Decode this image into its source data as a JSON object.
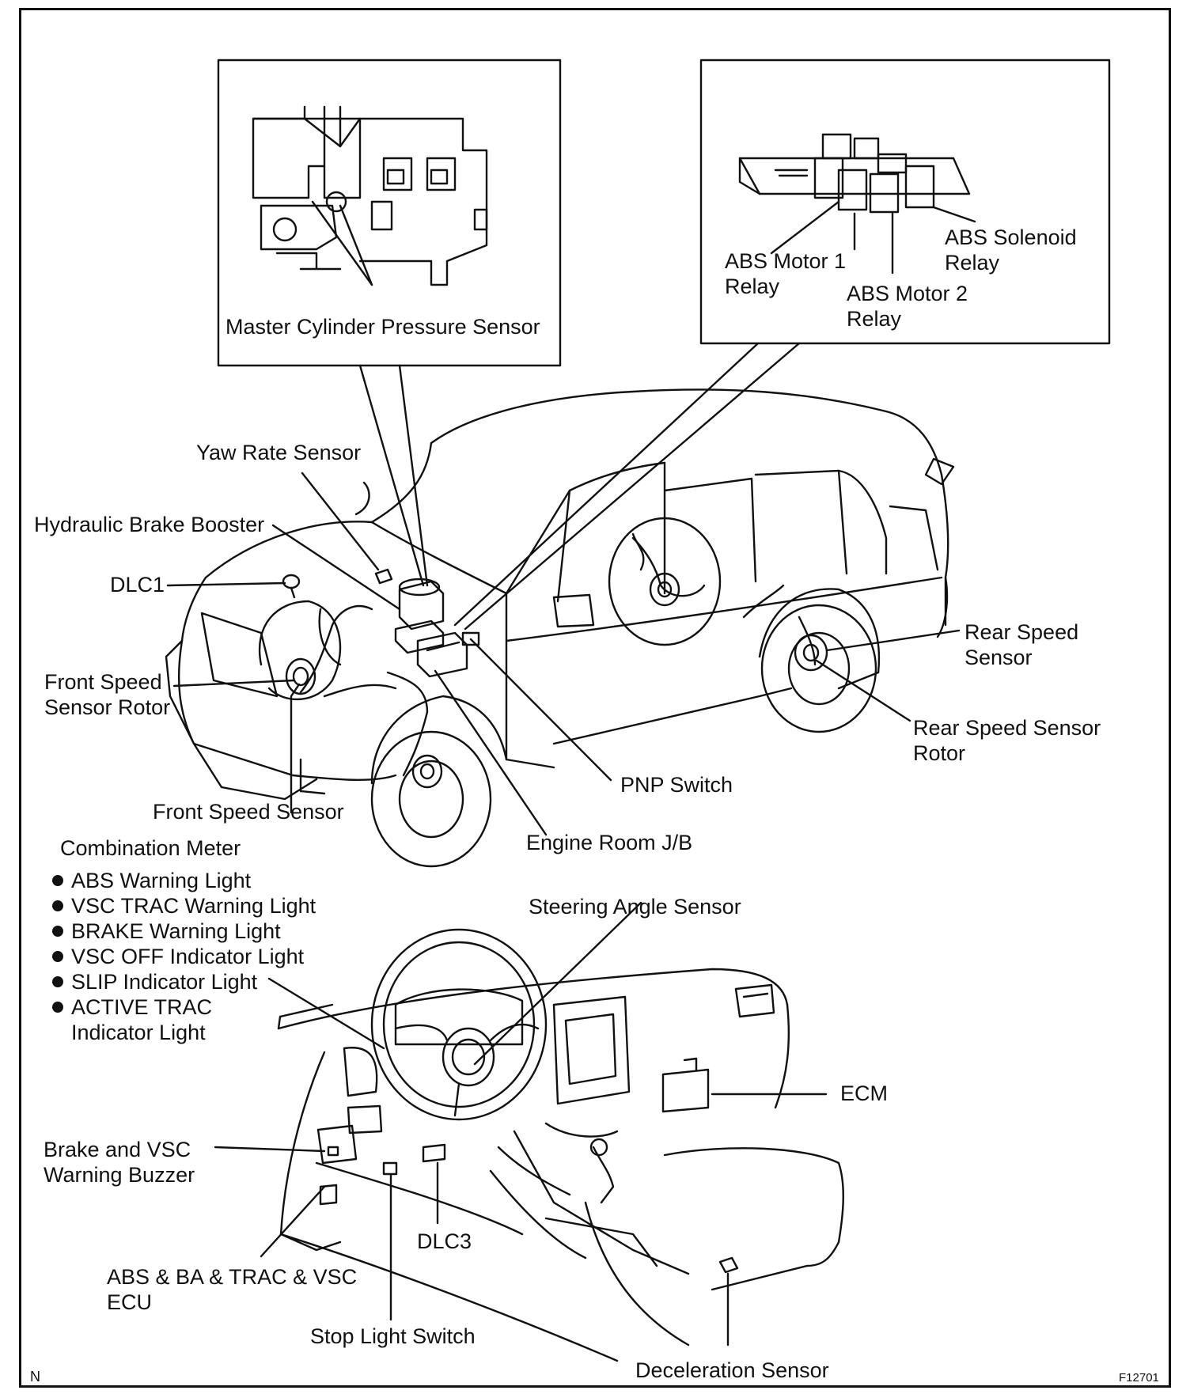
{
  "figure": {
    "corner_left": "N",
    "figure_code": "F12701"
  },
  "labels": {
    "master_cylinder_pressure_sensor": "Master Cylinder Pressure Sensor",
    "abs_motor_1_relay": "ABS Motor 1 Relay",
    "abs_motor_2_relay": "ABS Motor 2 Relay",
    "abs_solenoid_relay": "ABS Solenoid Relay",
    "yaw_rate_sensor": "Yaw Rate Sensor",
    "hydraulic_brake_booster": "Hydraulic Brake Booster",
    "dlc1": "DLC1",
    "front_speed_sensor_rotor": "Front Speed Sensor Rotor",
    "front_speed_sensor": "Front Speed Sensor",
    "rear_speed_sensor": "Rear Speed Sensor",
    "rear_speed_sensor_rotor": "Rear Speed Sensor Rotor",
    "pnp_switch": "PNP Switch",
    "engine_room_jb": "Engine Room J/B",
    "combination_meter": "Combination Meter",
    "steering_angle_sensor": "Steering Angle Sensor",
    "ecm": "ECM",
    "brake_vsc_warning_buzzer": "Brake and VSC Warning Buzzer",
    "dlc3": "DLC3",
    "abs_ba_trac_vsc_ecu": "ABS & BA & TRAC & VSC ECU",
    "stop_light_switch": "Stop Light Switch",
    "deceleration_sensor": "Deceleration Sensor"
  },
  "combination_meter_items": [
    "ABS Warning Light",
    "VSC TRAC Warning Light",
    "BRAKE Warning Light",
    "VSC OFF Indicator Light",
    "SLIP Indicator Light",
    "ACTIVE TRAC\nIndicator Light"
  ]
}
